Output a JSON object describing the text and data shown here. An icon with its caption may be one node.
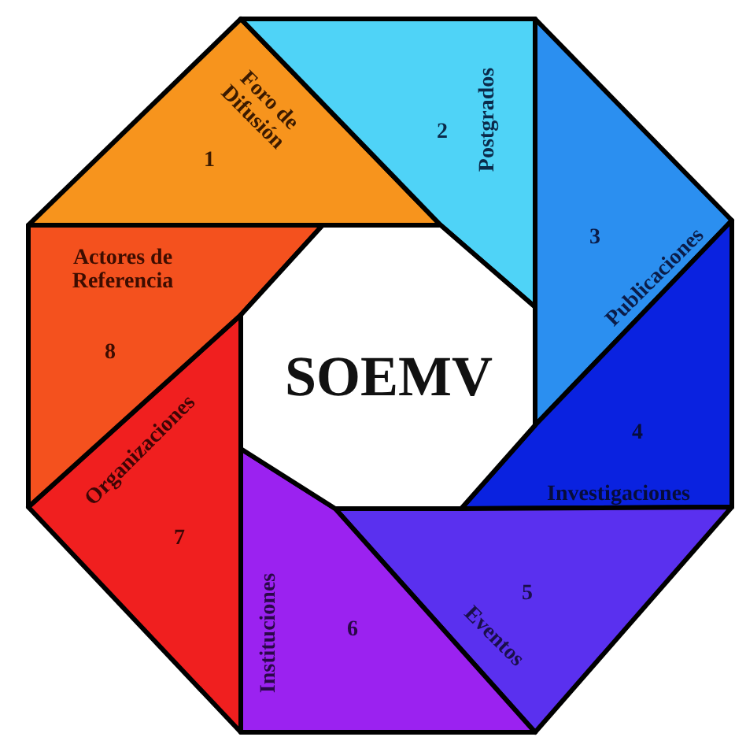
{
  "diagram": {
    "nodes": [
      {
        "text": [
          "Foro de Difusión",
          "1"
        ]
      },
      {
        "text": [
          "Postgrados",
          "2"
        ]
      },
      {
        "text": [
          "Publicaciones",
          "3"
        ]
      },
      {
        "text": [
          "4",
          "Investigaciones"
        ]
      },
      {
        "text": [
          "Eventos",
          "5"
        ]
      },
      {
        "text": [
          "Instituciones",
          "6"
        ]
      },
      {
        "text": [
          "Organizaciones",
          "7"
        ]
      },
      {
        "text": [
          "Actores de Referencia",
          "8"
        ]
      },
      {
        "text": [
          "SOEMV"
        ]
      }
    ]
  }
}
